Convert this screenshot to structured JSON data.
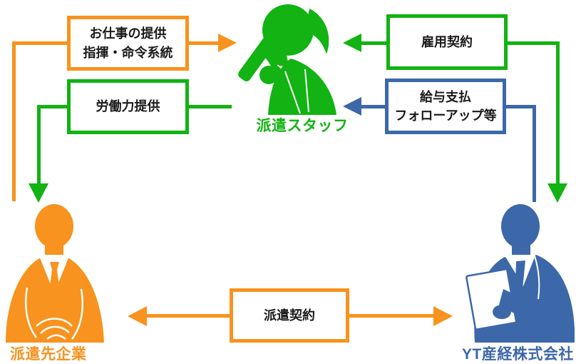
{
  "colors": {
    "orange": "#F7931E",
    "green": "#12B312",
    "blue": "#3C68A9",
    "box_text": "#1A1A1A",
    "background": "#FFFFFF"
  },
  "entities": {
    "staff": {
      "label": "派遣スタッフ"
    },
    "client": {
      "label": "派遣先企業"
    },
    "agency": {
      "label": "YT産経株式会社"
    }
  },
  "boxes": {
    "work": {
      "line1": "お仕事の提供",
      "line2": "指揮・命令系統"
    },
    "labor": {
      "line1": "労働力提供"
    },
    "employment": {
      "line1": "雇用契約"
    },
    "salary": {
      "line1": "給与支払",
      "line2": "フォローアップ等"
    },
    "dispatch": {
      "line1": "派遣契約"
    }
  }
}
